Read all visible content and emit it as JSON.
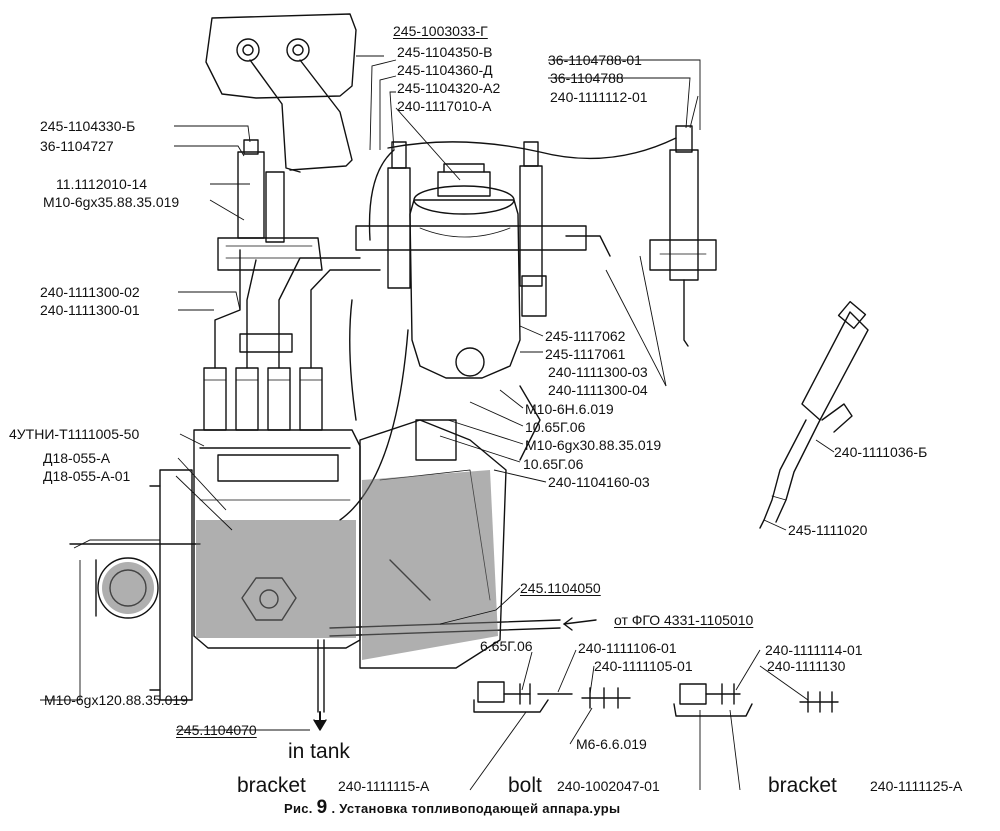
{
  "figure": {
    "caption": "Рис. 9 . Установка топливоподающей аппара.уры",
    "caption_prefix": "Рис.",
    "caption_number": "9",
    "caption_text": ". Установка топливоподающей аппара.уры"
  },
  "labels": {
    "l_245_1003033_G": "245-1003033-Г",
    "l_245_1104350_V": "245-1104350-В",
    "l_245_1104360_D": "245-1104360-Д",
    "l_245_1104320_A2": "245-1104320-А2",
    "l_240_1117010_A": "240-1117010-А",
    "l_36_1104788_01": "36-1104788-01",
    "l_36_1104788": "36-1104788",
    "l_240_1111112_01": "240-1111112-01",
    "l_245_1104330_B": "245-1104330-Б",
    "l_36_1104727": "36-1104727",
    "l_11_1112010_14": "11.1112010-14",
    "l_M10_6gx35": "М10-6gx35.88.35.019",
    "l_240_1111300_02": "240-1111300-02",
    "l_240_1111300_01": "240-1111300-01",
    "l_245_1117062": "245-1117062",
    "l_245_1117061": "245-1117061",
    "l_240_1111300_03": "240-1111300-03",
    "l_240_1111300_04": "240-1111300-04",
    "l_M10_6N": "М10-6Н.6.019",
    "l_10_65G_06_a": "10.65Г.06",
    "l_M10_6gx30": "М10-6gx30.88.35.019",
    "l_10_65G_06_b": "10.65Г.06",
    "l_240_1104160_03": "240-1104160-03",
    "l_4UTNI": "4УТНИ-Т1111005-50",
    "l_D18_055_A": "Д18-055-А",
    "l_D18_055_A_01": "Д18-055-А-01",
    "l_240_1111036_B": "240-1111036-Б",
    "l_245_1111020": "245-1111020",
    "l_M10_6gx120": "М10-6gx120.88.35.019",
    "l_245_1104050": "245.1104050",
    "l_ot_FGO": "от ФГО 4331-1105010",
    "l_6_65G_06": "6.65Г.06",
    "l_240_1111106_01": "240-1111106-01",
    "l_240_1111105_01": "240-1111105-01",
    "l_240_1111114_01": "240-1111114-01",
    "l_240_1111130": "240-1111130",
    "l_245_1104070": "245.1104070",
    "l_M6_6_6_019": "М6-6.6.019",
    "l_in_tank": "in tank",
    "l_bracket_1": "bracket",
    "l_240_1111115_A": "240-1111115-А",
    "l_bolt": "bolt",
    "l_240_1002047_01": "240-1002047-01",
    "l_bracket_2": "bracket",
    "l_240_1111125_A": "240-1111125-А"
  },
  "colors": {
    "ink": "#111111",
    "paper": "#ffffff",
    "shade": "#6e6e6e",
    "mid": "#9a9a9a"
  }
}
